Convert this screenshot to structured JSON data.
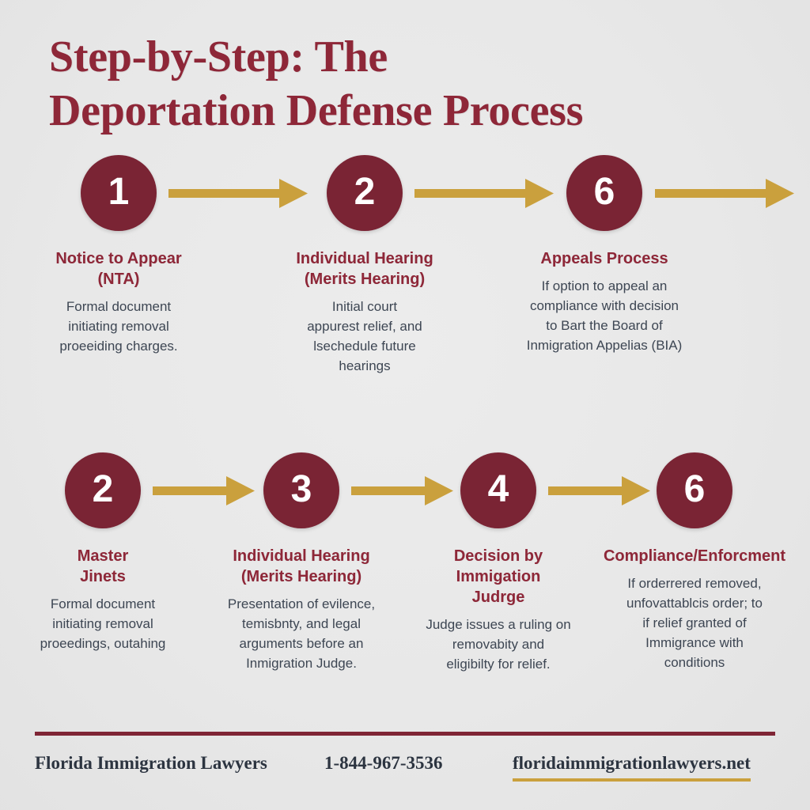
{
  "theme": {
    "background": "#e9e9e9",
    "maroon_deep": "#7a2434",
    "maroon_text": "#8e2738",
    "gold": "#caa03d",
    "body_text": "#3d4653",
    "footer_text": "#2c3440",
    "circle_number_color": "#ffffff"
  },
  "title": {
    "line1": "Step-by-Step: The",
    "line2": "Deportation Defense Process"
  },
  "rows": [
    {
      "id": "top-row",
      "steps": [
        {
          "number": "1",
          "heading": "Notice to Appear\n(NTA)",
          "heading_lines": [
            "Notice to Appear",
            "(NTA)"
          ],
          "body_lines": [
            "Formal document",
            "initiating removal",
            "proeeiding charges."
          ]
        },
        {
          "number": "2",
          "heading_lines": [
            "Individual Hearing",
            "(Merits Hearing)"
          ],
          "body_lines": [
            "Initial court",
            "appurest relief, and",
            "lsechedule future",
            "hearings"
          ]
        },
        {
          "number": "6",
          "heading_lines": [
            "Appeals Process"
          ],
          "body_lines": [
            "If option to appeal an",
            "compliance with decision",
            "to Bart the Board of",
            "Inmigration Appelias (BIA)"
          ]
        }
      ],
      "arrow_count": 3
    },
    {
      "id": "bottom-row",
      "steps": [
        {
          "number": "2",
          "heading_lines": [
            "Master",
            "Jinets"
          ],
          "body_lines": [
            "Formal document",
            "initiating removal",
            "proeedings, outahing"
          ]
        },
        {
          "number": "3",
          "heading_lines": [
            "Individual Hearing",
            "(Merits Hearing)"
          ],
          "body_lines": [
            "Presentation of evilence,",
            "temisbnty, and legal",
            "arguments before an",
            "Inmigration Judge."
          ]
        },
        {
          "number": "4",
          "heading_lines": [
            "Decision by",
            "Immigation",
            "Judrge"
          ],
          "body_lines": [
            "Judge issues a ruling on",
            "removabity and",
            "eligibilty for relief."
          ]
        },
        {
          "number": "6",
          "heading_lines": [
            "Compliance/Enforcment"
          ],
          "body_lines": [
            "If orderrered removed,",
            "unfovattablсis order; to",
            "if relief granted of",
            "Immigrance with",
            "conditions"
          ]
        }
      ],
      "arrow_count": 3
    }
  ],
  "footer": {
    "firm": "Florida Immigration Lawyers",
    "phone": "1-844-967-3536",
    "website": "floridaimmigrationlawyers.net"
  },
  "icons": {
    "arrow": "arrow-right-icon"
  }
}
